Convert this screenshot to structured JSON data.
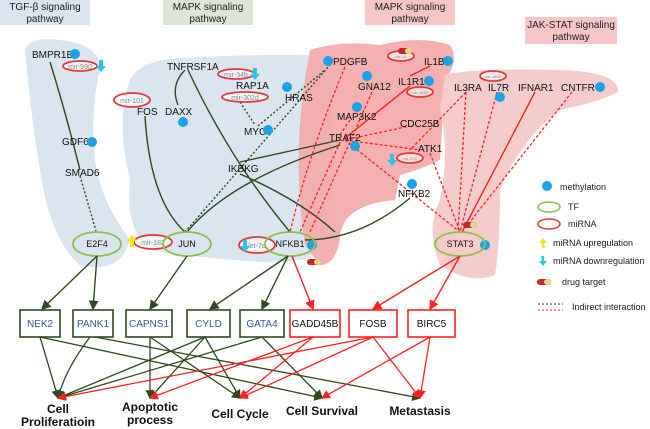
{
  "pathways": [
    {
      "label_line1": "TGF-β  signaling",
      "label_line2": "pathway",
      "color": "#dbe5ef"
    },
    {
      "label_line1": "MAPK signaling",
      "label_line2": "pathway",
      "color": "#dde6d5"
    },
    {
      "label_line1": "MAPK signaling",
      "label_line2": "pathway",
      "color": "#f6c6c6"
    },
    {
      "label_line1": "JAK-STAT signaling",
      "label_line2": "pathway",
      "color": "#f6c6c6"
    }
  ],
  "genes": {
    "BMPR1B": "BMPR1B",
    "GDF6": "GDF6",
    "SMAD6": "SMAD6",
    "TNFRSF1A": "TNFRSF1A",
    "FOS": "FOS",
    "DAXX": "DAXX",
    "RAP1A": "RAP1A",
    "HRAS": "HRAS",
    "MYC": "MYC",
    "IKBKG": "IKBKG",
    "PDGFB": "PDGFB",
    "IL1B": "IL1B",
    "GNA12": "GNA12",
    "IL1R1": "IL1R1",
    "MAP3K2": "MAP3K2",
    "CDC25B": "CDC25B",
    "TRAF2": "TRAF2",
    "ATK1": "ATK1",
    "NFKB2": "NFKB2",
    "IL3RA": "IL3RA",
    "IL7R": "IL7R",
    "IFNAR1": "IFNAR1",
    "CNTFR": "CNTFR"
  },
  "mirnas": {
    "mir590": "mir-590",
    "mir101": "mir-101",
    "mir34b": "mir-34b",
    "mir302d": "mir-302d",
    "mir21": "mir-21",
    "mirIL1R1": "mir-1839",
    "mirIL7R": "mir-1839",
    "mirTRAF": "mir-574",
    "mir182": "mir-182",
    "let7a": "let-7a"
  },
  "tfs": {
    "E2F4": "E2F4",
    "JUN": "JUN",
    "NFKB1": "NFKB1",
    "STAT3": "STAT3"
  },
  "targets": [
    "NEK2",
    "PANK1",
    "CAPNS1",
    "CYLD",
    "GATA4",
    "GADD45B",
    "FOSB",
    "BIRC5"
  ],
  "outcomes": [
    {
      "line1": "Cell",
      "line2": "Proliferatioin"
    },
    {
      "line1": "Apoptotic",
      "line2": "process"
    },
    {
      "line1": "Cell Cycle",
      "line2": ""
    },
    {
      "line1": "Cell Survival",
      "line2": ""
    },
    {
      "line1": "Metastasis",
      "line2": ""
    }
  ],
  "legend": {
    "methylation": "methylation",
    "tf": "TF",
    "mirna": "miRNA",
    "up": "miRNA upregulation",
    "down": "miRNA downregulation",
    "drug": "drug target",
    "indirect": "Indirect interaction"
  },
  "colors": {
    "methylation": "#1aa3e8",
    "tf": "#8bc34a",
    "mirna": "#e53935",
    "dark_edge": "#2e4a1e",
    "red_edge": "#ff2020",
    "up": "#f5e61b",
    "down": "#2ac6e6"
  }
}
